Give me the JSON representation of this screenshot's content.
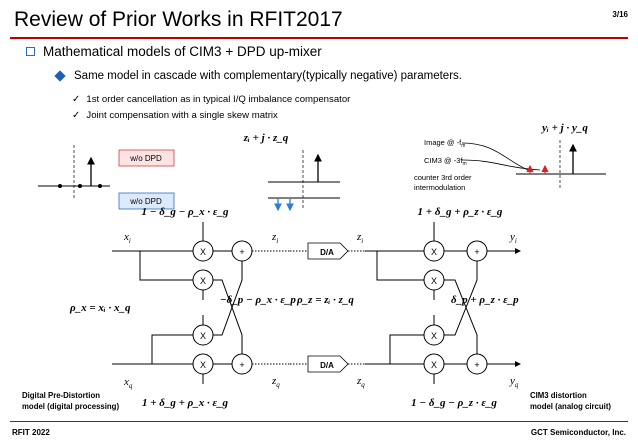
{
  "title": "Review of Prior Works in RFIT2017",
  "page_number": "3/16",
  "footer": {
    "left": "RFIT 2022",
    "right": "GCT Semiconductor, Inc."
  },
  "bullets": {
    "level1": "Mathematical models of CIM3 + DPD up-mixer",
    "level2": "Same model in cascade with complementary(typically negative) parameters.",
    "level3": [
      "1st order cancellation as in typical I/Q imbalance compensator",
      "Joint compensation with a single skew matrix"
    ]
  },
  "legend": {
    "wo_dpd_red": "w/o DPD",
    "wo_dpd_blue": "w/o  DPD"
  },
  "spectrum_notes": {
    "image": "Image @ -f",
    "image_sub": "m",
    "cim3": "CIM3 @ -3f",
    "cim3_sub": "m",
    "counter": "counter 3rd order",
    "counter2": "intermodulation"
  },
  "equations": {
    "z_top": "zᵢ + j · z_q",
    "y_top": "yᵢ + j · y_q",
    "dpd_top_gain": "1 − δ_g − ρ_x · ε_g",
    "dpd_cross": "−δ_p − ρ_x · ε_p",
    "dpd_bottom_gain": "1 + δ_g + ρ_x · ε_g",
    "rho_x": "ρ_x = xᵢ · x_q",
    "rho_z": "ρ_z = zᵢ · z_q",
    "cim_top_gain": "1 + δ_g + ρ_z · ε_g",
    "cim_cross": "δ_p + ρ_z · ε_p",
    "cim_bottom_gain": "1 − δ_g − ρ_z · ε_g"
  },
  "signals": {
    "xi": "x",
    "xi_sub": "i",
    "xq": "x",
    "xq_sub": "q",
    "zi": "z",
    "zi_sub": "i",
    "zq": "z",
    "zq_sub": "q",
    "yi": "y",
    "yi_sub": "i",
    "yq": "y",
    "yq_sub": "q"
  },
  "blocks": {
    "mult": "X",
    "add": "+",
    "dac": "D/A"
  },
  "captions": {
    "dpd_line1": "Digital Pre-Distortion",
    "dpd_line2": "model (digital processing)",
    "cim_line1": "CIM3 distortion",
    "cim_line2": "model (analog circuit)"
  },
  "colors": {
    "accent_red": "#c00000",
    "bullet_blue": "#1f5fb8",
    "arrow_red": "#e02020",
    "arrow_blue": "#2b7fd6"
  }
}
